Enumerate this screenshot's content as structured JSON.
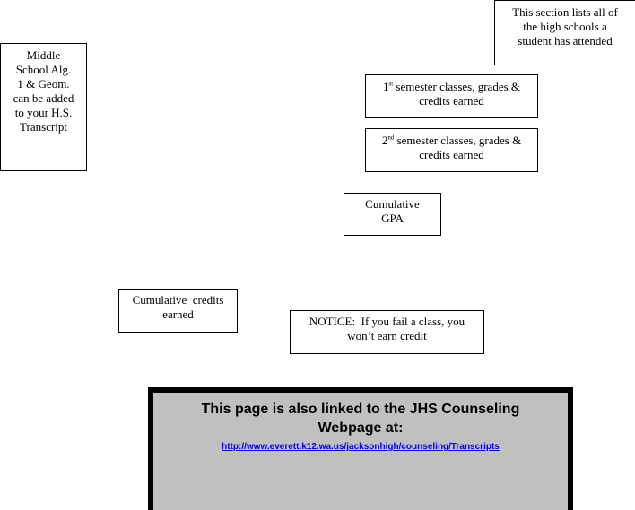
{
  "callouts": {
    "high_schools": {
      "line1": "This section lists all of",
      "line2": "the high schools a",
      "line3": "student has attended"
    },
    "middle_school": {
      "line1": "Middle",
      "line2": "School Alg.",
      "line3": "1 & Geom.",
      "line4": "can be added",
      "line5": "to your H.S.",
      "line6": "Transcript"
    },
    "semester1": {
      "ordinal_num": "1",
      "ordinal_sup": "st",
      "line1_rest": " semester classes, grades &",
      "line2": "credits earned"
    },
    "semester2": {
      "ordinal_num": "2",
      "ordinal_sup": "nd",
      "line1_rest": " semester classes, grades &",
      "line2": "credits earned"
    },
    "gpa": {
      "line1": "Cumulative",
      "line2": "GPA"
    },
    "credits": {
      "line1": "Cumulative  credits",
      "line2": "earned"
    },
    "notice": {
      "line1": "NOTICE:  If you fail a class, you",
      "line2": "won’t earn credit"
    }
  },
  "link_panel": {
    "line1": "This page is also linked to the JHS Counseling",
    "line2": "Webpage at:",
    "url": "http://www.everett.k12.wa.us/jacksonhigh/counseling/Transcripts"
  },
  "colors": {
    "panel_background": "#c0c0c0",
    "panel_border": "#000000",
    "link": "#0000ee"
  }
}
